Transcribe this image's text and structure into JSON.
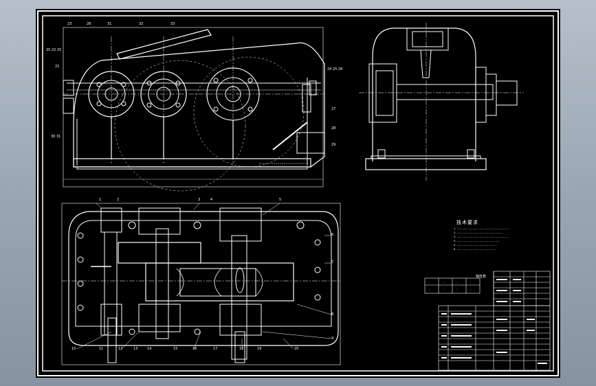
{
  "drawing": {
    "colors": {
      "background": "#000000",
      "lines": "#ffffff",
      "frame": "#ffffff"
    },
    "callouts_front": [
      "23",
      "28",
      "31",
      "32",
      "33",
      "20 22 25",
      "21",
      "24 25 26",
      "27",
      "28",
      "29",
      "30 31"
    ],
    "callouts_top": [
      "1",
      "2",
      "3",
      "4",
      "5",
      "6",
      "7",
      "8",
      "9",
      "10",
      "11",
      "12",
      "13",
      "14",
      "15",
      "16",
      "17",
      "18",
      "19",
      "20"
    ],
    "requirements_title": "技术要求",
    "requirements_lines": [
      "1. ..................................................................",
      "2. ..........................................................",
      "3. ..................................................................",
      "4. .......................................................",
      "5. ...................................................",
      "6. .................................................."
    ],
    "table_title": "特性表",
    "table_headers": [
      "..",
      "..",
      "..",
      ".."
    ],
    "table_values": [
      "..",
      "..",
      "..",
      ".."
    ]
  }
}
